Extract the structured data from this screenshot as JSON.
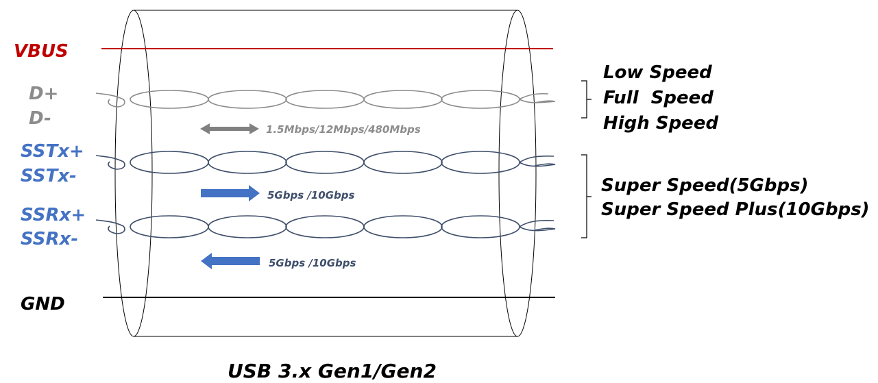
{
  "colors": {
    "vbus": "#c00000",
    "dpair": "#8c8c8c",
    "superspeed": "#3f4f6b",
    "superspeed_label": "#4472c4",
    "arrow_usb2": "#808080",
    "arrow_ss": "#4472c4",
    "gnd": "#000000",
    "cable": "#000000"
  },
  "pins": {
    "vbus": "VBUS",
    "d_plus": "D+",
    "d_minus": "D-",
    "sstx_plus": "SSTx+",
    "sstx_minus": "SSTx-",
    "ssrx_plus": "SSRx+",
    "ssrx_minus": "SSRx-",
    "gnd": "GND"
  },
  "rates": {
    "usb2": "1.5Mbps/12Mbps/480Mbps",
    "tx": "5Gbps /10Gbps",
    "rx": "5Gbps /10Gbps"
  },
  "speeds": {
    "low": "Low Speed",
    "full": "Full  Speed",
    "high": "High Speed",
    "super": "Super Speed(5Gbps)",
    "super_plus": "Super Speed Plus(10Gbps)"
  },
  "caption": "USB 3.x Gen1/Gen2",
  "icons": {
    "usb2_arrow": "double-headed-arrow",
    "tx_arrow": "right-arrow",
    "rx_arrow": "left-arrow"
  }
}
